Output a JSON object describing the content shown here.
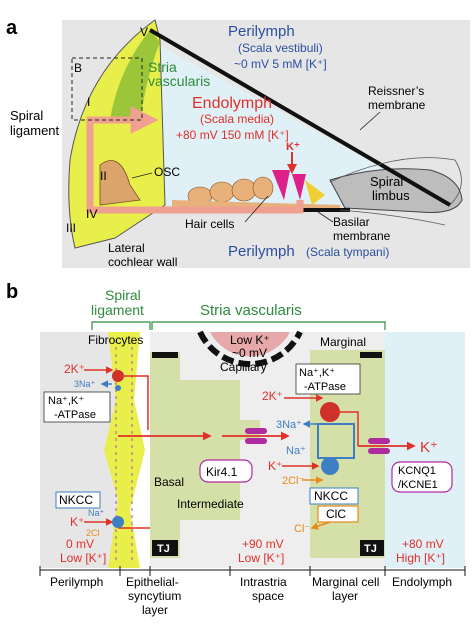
{
  "panel_a": {
    "letter": "a",
    "perilymph_top": {
      "title": "Perilymph",
      "sub1": "(Scala vestibuli)",
      "sub2": "~0 mV  5 mM [K⁺]"
    },
    "stria": {
      "line1": "Stria",
      "line2": "vascularis"
    },
    "reissner": {
      "line1": "Reissner’s",
      "line2": "membrane"
    },
    "spiral_ligament": {
      "line1": "Spiral",
      "line2": "ligament"
    },
    "endolymph": {
      "title": "Endolymph",
      "sub1": "(Scala media)",
      "sub2": "+80 mV  150 mM [K⁺]"
    },
    "k_plus": "K⁺",
    "osc": "OSC",
    "spiral_limbus": {
      "line1": "Spiral",
      "line2": "limbus"
    },
    "hair_cells": "Hair cells",
    "basilar": {
      "line1": "Basilar",
      "line2": "membrane"
    },
    "lateral_wall": {
      "line1": "Lateral",
      "line2": "cochlear wall"
    },
    "perilymph_bottom": {
      "title": "Perilymph",
      "sub": "(Scala tympani)"
    },
    "roman": {
      "I": "I",
      "II": "II",
      "III": "III",
      "IV": "IV",
      "V": "V"
    },
    "box_b": "B"
  },
  "panel_b": {
    "letter": "b",
    "spiral_ligament": {
      "line1": "Spiral",
      "line2": "ligament"
    },
    "stria_vascularis": "Stria vascularis",
    "fibrocytes": "Fibrocytes",
    "capillary": {
      "line1": "Low K⁺",
      "line2": "~0 mV",
      "line3": "Capillary"
    },
    "marginal": "Marginal",
    "left_pump": {
      "k": "2K⁺",
      "na": "3Na⁺"
    },
    "naka_left": {
      "line1": "Na⁺,K⁺",
      "line2": "-ATPase"
    },
    "naka_right": {
      "line1": "Na⁺,K⁺",
      "line2": "-ATPase"
    },
    "right_pump": {
      "k": "2K⁺",
      "na": "3Na⁺"
    },
    "na_right": "Na⁺",
    "k_right": "K⁺",
    "cl_right1": "2Cl⁻",
    "cl_right2": "Cl⁻",
    "k_out": "K⁺",
    "basal": "Basal",
    "kir": "Kir4.1",
    "intermediate": "Intermediate",
    "kcnq": {
      "line1": "KCNQ1",
      "line2": "/KCNE1"
    },
    "nkcc_left": "NKCC",
    "nkcc_right": "NKCC",
    "clc": "ClC",
    "left_nkcc_ions": {
      "na": "Na⁺",
      "k": "K⁺",
      "cl": "2Cl"
    },
    "tj1": "TJ",
    "tj2": "TJ",
    "voltages": {
      "left": {
        "v": "0 mV",
        "k": "Low [K⁺]"
      },
      "mid": {
        "v": "+90 mV",
        "k": "Low [K⁺]"
      },
      "right": {
        "v": "+80 mV",
        "k": "High [K⁺]"
      }
    },
    "bottom_labels": {
      "perilymph": "Perilymph",
      "epithelial": {
        "line1": "Epithelial-",
        "line2": "syncytium",
        "line3": "layer"
      },
      "intrastria": {
        "line1": "Intrastria",
        "line2": "space"
      },
      "marginal": {
        "line1": "Marginal cell",
        "line2": "layer"
      },
      "endolymph": "Endolymph"
    }
  },
  "colors": {
    "blue": "#2a4fa0",
    "green": "#2e8b3c",
    "red": "#e0302a",
    "endolymph_bg": "#dff0f7",
    "ligament": "#e8ef4a",
    "stria": "#9cc63a",
    "cell_green": "#d4e0a8",
    "pump_red": "#d0302a",
    "pump_blue": "#3d7fc2",
    "orange": "#e88a1a"
  }
}
